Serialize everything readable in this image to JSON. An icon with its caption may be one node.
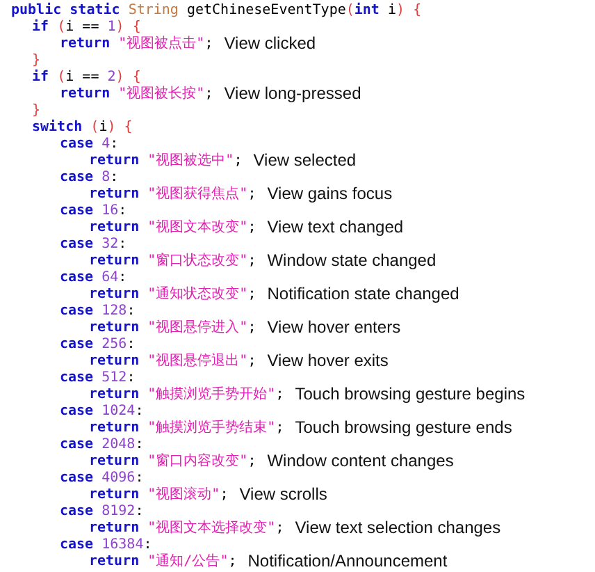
{
  "diagram": {
    "labels": [
      "public static String getChineseEventType(int i) {",
      "if (i == 1) {",
      "return \"视图被点击\";",
      "View clicked",
      "}",
      "if (i == 2) {",
      "return \"视图被长按\";",
      "View long-pressed",
      "}",
      "switch (i) {",
      "case 4:",
      "return \"视图被选中\";",
      "View selected",
      "case 8:",
      "return \"视图获得焦点\";",
      "View gains focus",
      "case 16:",
      "return \"视图文本改变\";",
      "View text changed",
      "case 32:",
      "return \"窗口状态改变\";",
      "Window state changed",
      "case 64:",
      "return \"通知状态改变\";",
      "Notification state changed",
      "case 128:",
      "return \"视图悬停进入\";",
      "View hover enters",
      "case 256:",
      "return \"视图悬停退出\";",
      "View hover exits",
      "case 512:",
      "return \"触摸浏览手势开始\";",
      "Touch browsing gesture begins",
      "case 1024:",
      "return \"触摸浏览手势结束\";",
      "Touch browsing gesture ends",
      "case 2048:",
      "return \"窗口内容改变\";",
      "Window content changes",
      "case 4096:",
      "return \"视图滚动\";",
      "View scrolls",
      "case 8192:",
      "return \"视图文本选择改变\";",
      "View text selection changes",
      "case 16384:",
      "return \"通知/公告\";",
      "Notification/Announcement"
    ]
  }
}
